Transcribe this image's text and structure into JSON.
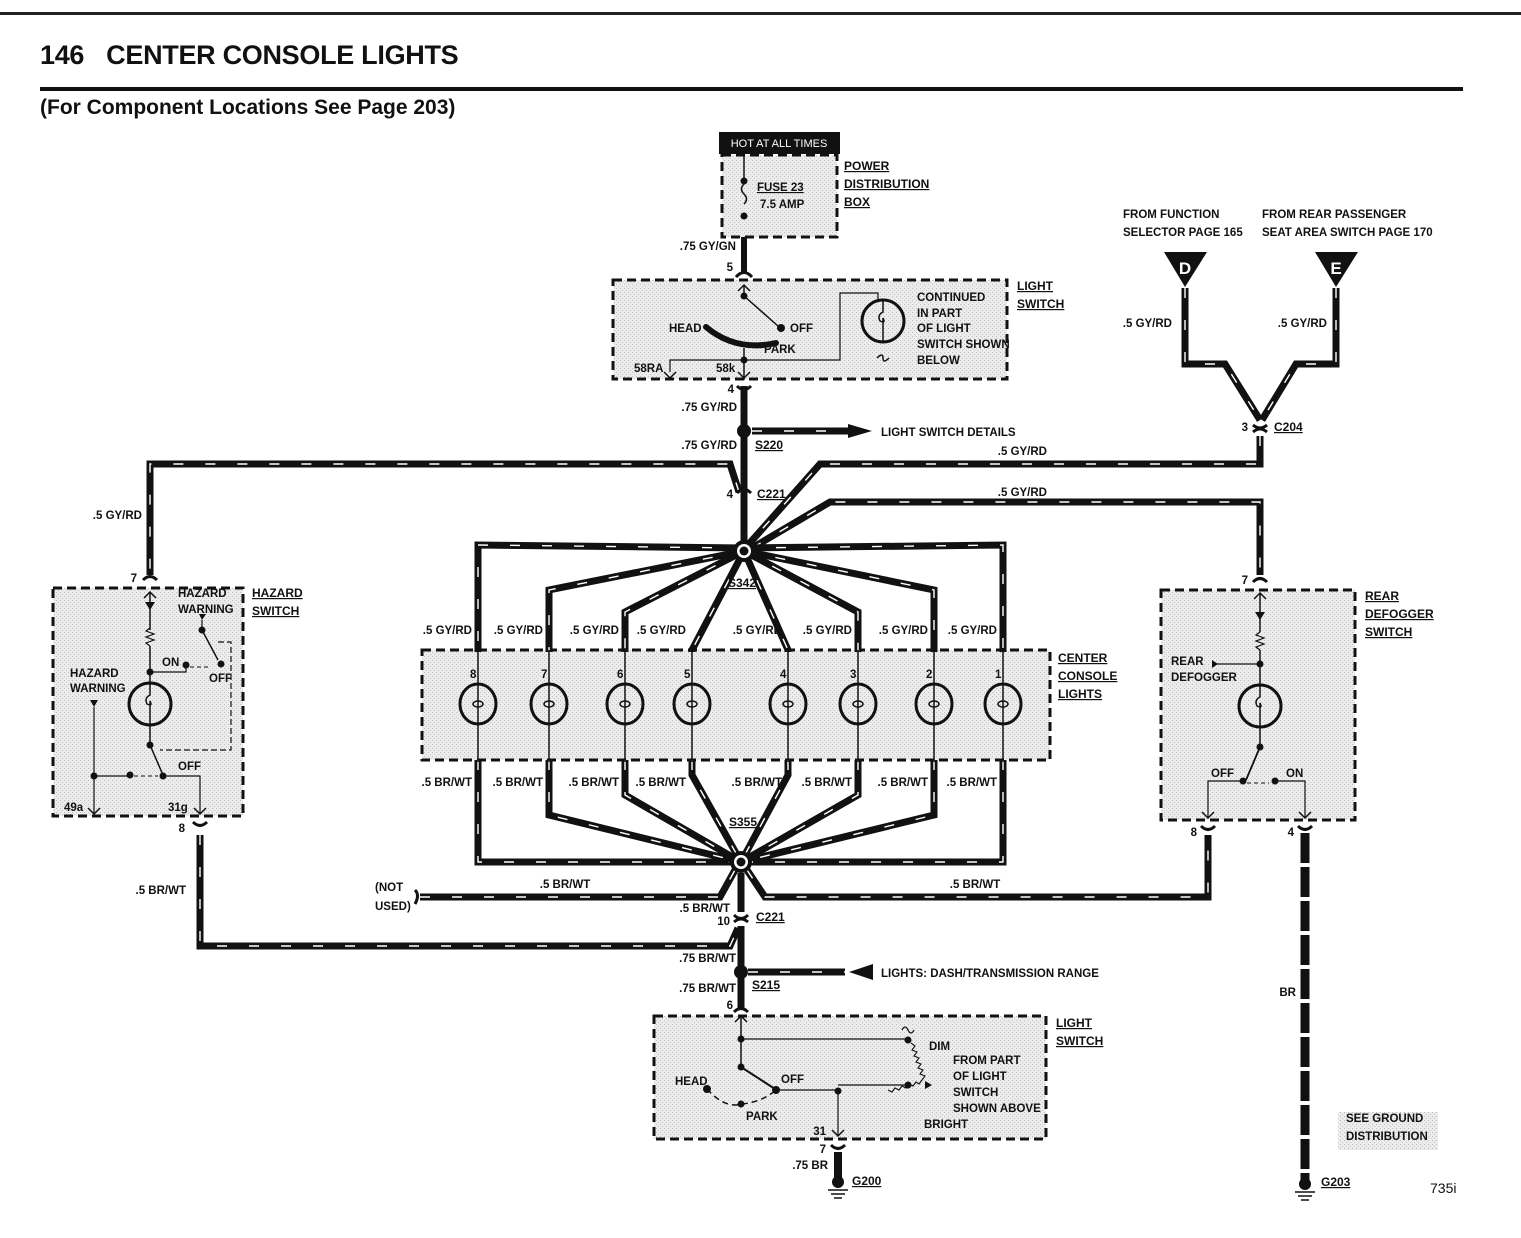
{
  "page": {
    "number": "146",
    "title": "CENTER CONSOLE LIGHTS",
    "subtitle": "(For Component Locations See Page 203)",
    "model": "735i"
  },
  "power": {
    "hot_label": "HOT AT ALL TIMES",
    "fuse_label": "FUSE 23",
    "fuse_rating": "7.5 AMP",
    "box_name": [
      "POWER",
      "DISTRIBUTION",
      "BOX"
    ],
    "wire_out": ".75 GY/GN",
    "pin_out": "5"
  },
  "light_switch_top": {
    "name": [
      "LIGHT",
      "SWITCH"
    ],
    "positions": [
      "HEAD",
      "OFF",
      "PARK"
    ],
    "terminals": [
      "58RA",
      "58k"
    ],
    "note": [
      "CONTINUED",
      "IN PART",
      "OF LIGHT",
      "SWITCH SHOWN",
      "BELOW"
    ],
    "pin_out": "4",
    "wire_out": ".75 GY/RD"
  },
  "splices": {
    "s220": "S220",
    "s220_wire_below": ".75 GY/RD",
    "s220_ref": "LIGHT SWITCH DETAILS",
    "c221_top": "C221",
    "c221_top_pin": "4",
    "s342": "S342",
    "s355": "S355",
    "c221_bottom": "C221",
    "c221_bottom_pin": "10",
    "c221_bottom_wire_in": ".5 BR/WT",
    "s215": "S215",
    "s215_wire_above": ".75 BR/WT",
    "s215_wire_below": ".75 BR/WT",
    "s215_ref": "LIGHTS: DASH/TRANSMISSION RANGE"
  },
  "external": {
    "d_label": "D",
    "d_text": [
      "FROM FUNCTION",
      "SELECTOR PAGE 165"
    ],
    "d_wire": ".5 GY/RD",
    "e_label": "E",
    "e_text": [
      "FROM REAR PASSENGER",
      "SEAT AREA SWITCH PAGE 170"
    ],
    "e_wire": ".5 GY/RD",
    "c204": "C204",
    "c204_pin": "3",
    "c204_wire_out": ".5 GY/RD",
    "defogger_feed_wire": ".5 GY/RD"
  },
  "hazard_switch": {
    "name": [
      "HAZARD",
      "SWITCH"
    ],
    "feed_wire": ".5 GY/RD",
    "pin_in": "7",
    "pin_out": "8",
    "inner_label_top": [
      "HAZARD",
      "WARNING"
    ],
    "inner_label_left": [
      "HAZARD",
      "WARNING"
    ],
    "on": "ON",
    "off1": "OFF",
    "off2": "OFF",
    "terminals": [
      "49a",
      "31g"
    ],
    "out_wire": ".5 BR/WT"
  },
  "console_lights": {
    "name": [
      "CENTER",
      "CONSOLE",
      "LIGHTS"
    ],
    "bulbs": [
      "8",
      "7",
      "6",
      "5",
      "4",
      "3",
      "2",
      "1"
    ],
    "feed_wire": ".5 GY/RD",
    "ground_wire": ".5 BR/WT"
  },
  "rear_defogger": {
    "name": [
      "REAR",
      "DEFOGGER",
      "SWITCH"
    ],
    "inner_label": [
      "REAR",
      "DEFOGGER"
    ],
    "pin_in": "7",
    "pin_out_left": "8",
    "pin_out_right": "4",
    "off": "OFF",
    "on": "ON",
    "out_wire": ".5 BR/WT",
    "ground_wire": "BR",
    "ground": "G203",
    "ground_note": [
      "SEE GROUND",
      "DISTRIBUTION"
    ]
  },
  "not_used": [
    "(NOT",
    "USED)"
  ],
  "not_used_wire": ".5 BR/WT",
  "light_switch_bottom": {
    "name": [
      "LIGHT",
      "SWITCH"
    ],
    "pin_in": "6",
    "positions": [
      "HEAD",
      "OFF",
      "PARK"
    ],
    "dim": "DIM",
    "bright": "BRIGHT",
    "note": [
      "FROM PART",
      "OF LIGHT",
      "SWITCH",
      "SHOWN ABOVE"
    ],
    "terminal": "31",
    "pin_out": "7",
    "wire_out": ".75 BR",
    "ground": "G200"
  }
}
